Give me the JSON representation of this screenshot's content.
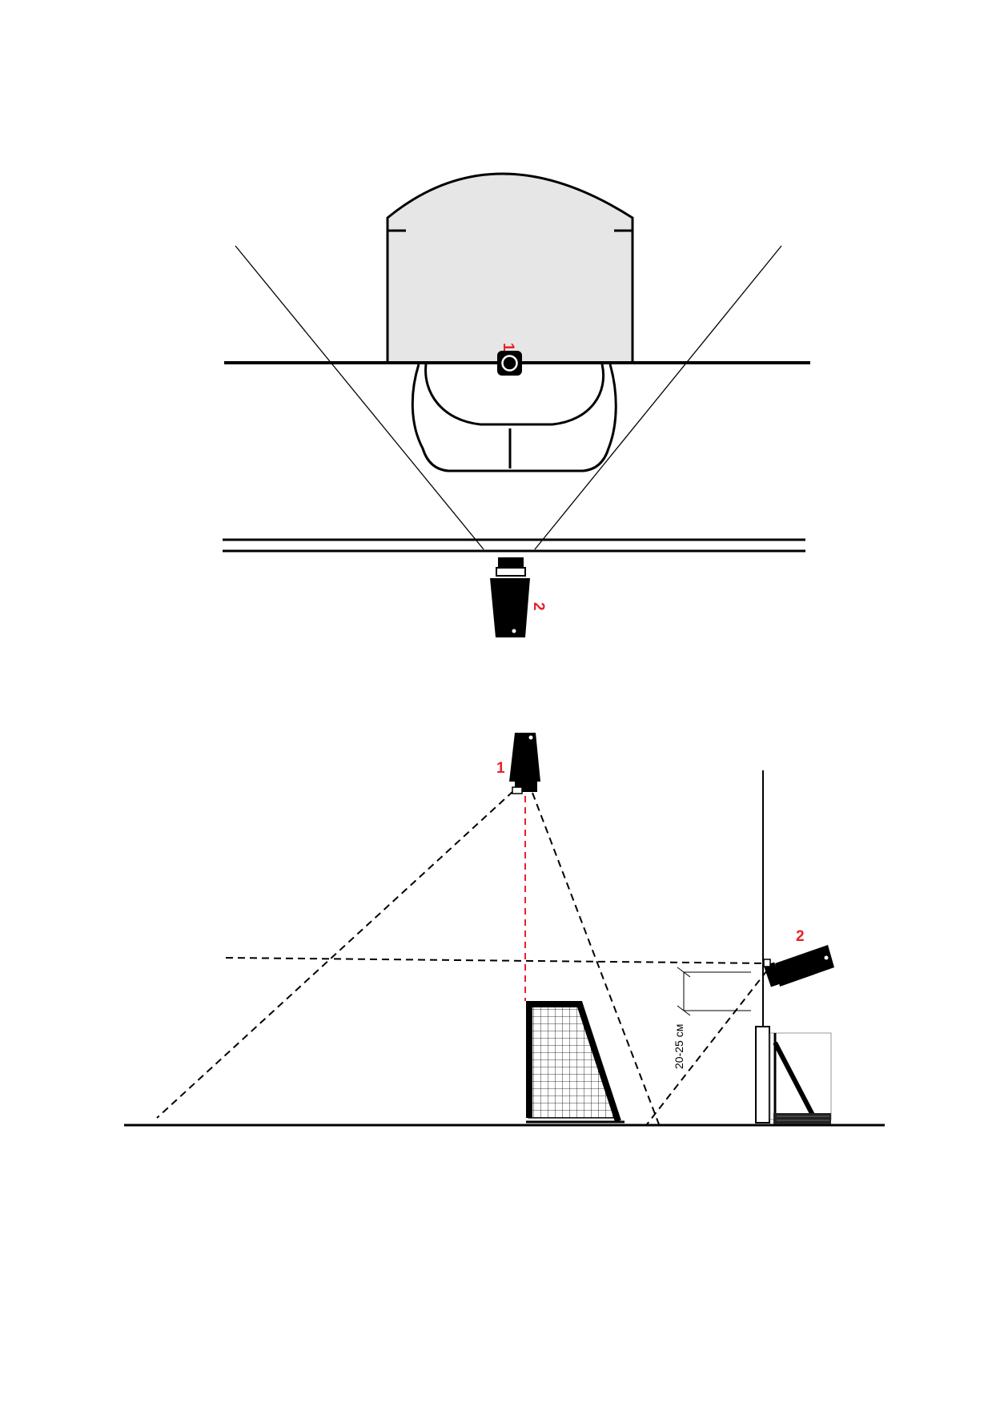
{
  "colors": {
    "ink": "#000000",
    "accent": "#e8202a",
    "area_fill": "#e6e6e6",
    "background": "#ffffff"
  },
  "top_view": {
    "camera_1_label": "1",
    "camera_2_label": "2"
  },
  "side_view": {
    "camera_1_label": "1",
    "camera_2_label": "2",
    "dimension_label": "20-25 см"
  }
}
